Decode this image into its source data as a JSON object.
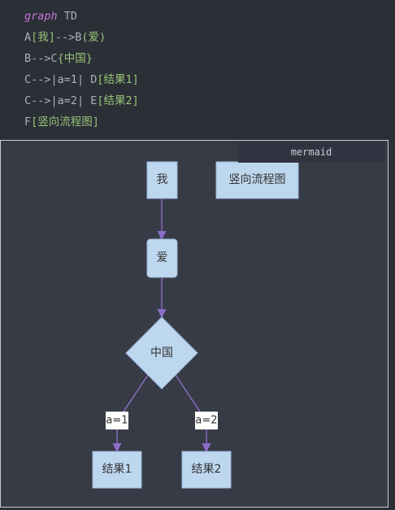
{
  "code": {
    "lines": [
      [
        {
          "t": "kw",
          "v": "graph"
        },
        {
          "t": "plain",
          "v": " TD"
        }
      ],
      [
        {
          "t": "plain",
          "v": "A"
        },
        {
          "t": "br",
          "v": "[我]"
        },
        {
          "t": "plain",
          "v": "-->B"
        },
        {
          "t": "br",
          "v": "(爱)"
        }
      ],
      [
        {
          "t": "plain",
          "v": "B-->C"
        },
        {
          "t": "br",
          "v": "{中国}"
        }
      ],
      [
        {
          "t": "plain",
          "v": "C-->|a=1| D"
        },
        {
          "t": "br",
          "v": "[结果1]"
        }
      ],
      [
        {
          "t": "plain",
          "v": "C-->|a=2| E"
        },
        {
          "t": "br",
          "v": "[结果2]"
        }
      ],
      [
        {
          "t": "plain",
          "v": "F"
        },
        {
          "t": "br",
          "v": "[竖向流程图]"
        }
      ]
    ]
  },
  "diagram": {
    "lang_label": "mermaid",
    "colors": {
      "node_fill": "#bdd7ee",
      "node_stroke": "#9fb7d9",
      "edge": "#8e6cc9",
      "edge_label_bg": "#ffffff"
    },
    "nodes": {
      "A": "我",
      "B": "爱",
      "C": "中国",
      "D": "结果1",
      "E": "结果2",
      "F": "竖向流程图"
    },
    "edge_labels": {
      "CD": "a=1",
      "CE": "a=2"
    }
  }
}
